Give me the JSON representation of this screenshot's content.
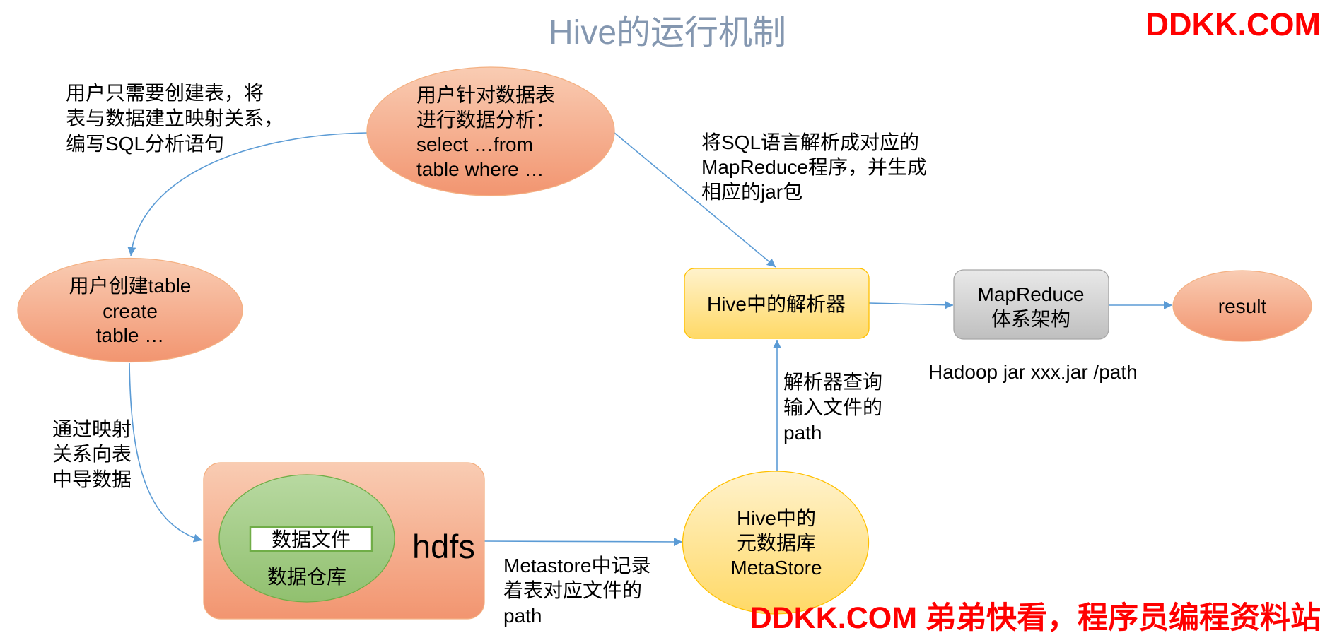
{
  "title": "Hive的运行机制",
  "watermark": {
    "top": "DDKK.COM",
    "bottom": "DDKK.COM 弟弟快看，程序员编程资料站"
  },
  "nodes": {
    "analysis": {
      "lines": [
        "用户针对数据表",
        "进行数据分析：",
        "select …from",
        "table where …"
      ]
    },
    "create_table": {
      "lines": [
        "用户创建table",
        "create",
        "table …"
      ]
    },
    "parser": {
      "label": "Hive中的解析器"
    },
    "mapreduce": {
      "lines": [
        "MapReduce",
        "体系架构"
      ]
    },
    "result": {
      "label": "result"
    },
    "hdfs": {
      "label": "hdfs",
      "warehouse": "数据仓库",
      "data_file": "数据文件"
    },
    "metastore": {
      "lines": [
        "Hive中的",
        "元数据库",
        "MetaStore"
      ]
    }
  },
  "annotations": {
    "user_note": [
      "用户只需要创建表，将",
      "表与数据建立映射关系，",
      "编写SQL分析语句"
    ],
    "compile_note": [
      "将SQL语言解析成对应的",
      "MapReduce程序，并生成",
      "相应的jar包"
    ],
    "hadoop_command": "Hadoop jar xxx.jar /path",
    "parser_lookup_note": [
      "解析器查询",
      "输入文件的",
      "path"
    ],
    "load_note": [
      "通过映射",
      "关系向表",
      "中导数据"
    ],
    "metastore_note": [
      "Metastore中记录",
      "着表对应文件的",
      "path"
    ]
  },
  "colors": {
    "title": "#8497b0",
    "watermark": "#ff0000",
    "arrow": "#5b9bd5",
    "salmon_light": "#f9ccb3",
    "salmon_dark": "#f29570",
    "salmon_border": "#f4b183",
    "yellow_light": "#fff2cc",
    "yellow_dark": "#ffd966",
    "yellow_border": "#ffc000",
    "gray_light": "#e9e9e9",
    "gray_dark": "#bfbfbf",
    "gray_border": "#a6a6a6",
    "green_light": "#b8d9a1",
    "green_dark": "#91c06f",
    "green_border": "#70ad47",
    "file_fill": "#ffffff"
  }
}
